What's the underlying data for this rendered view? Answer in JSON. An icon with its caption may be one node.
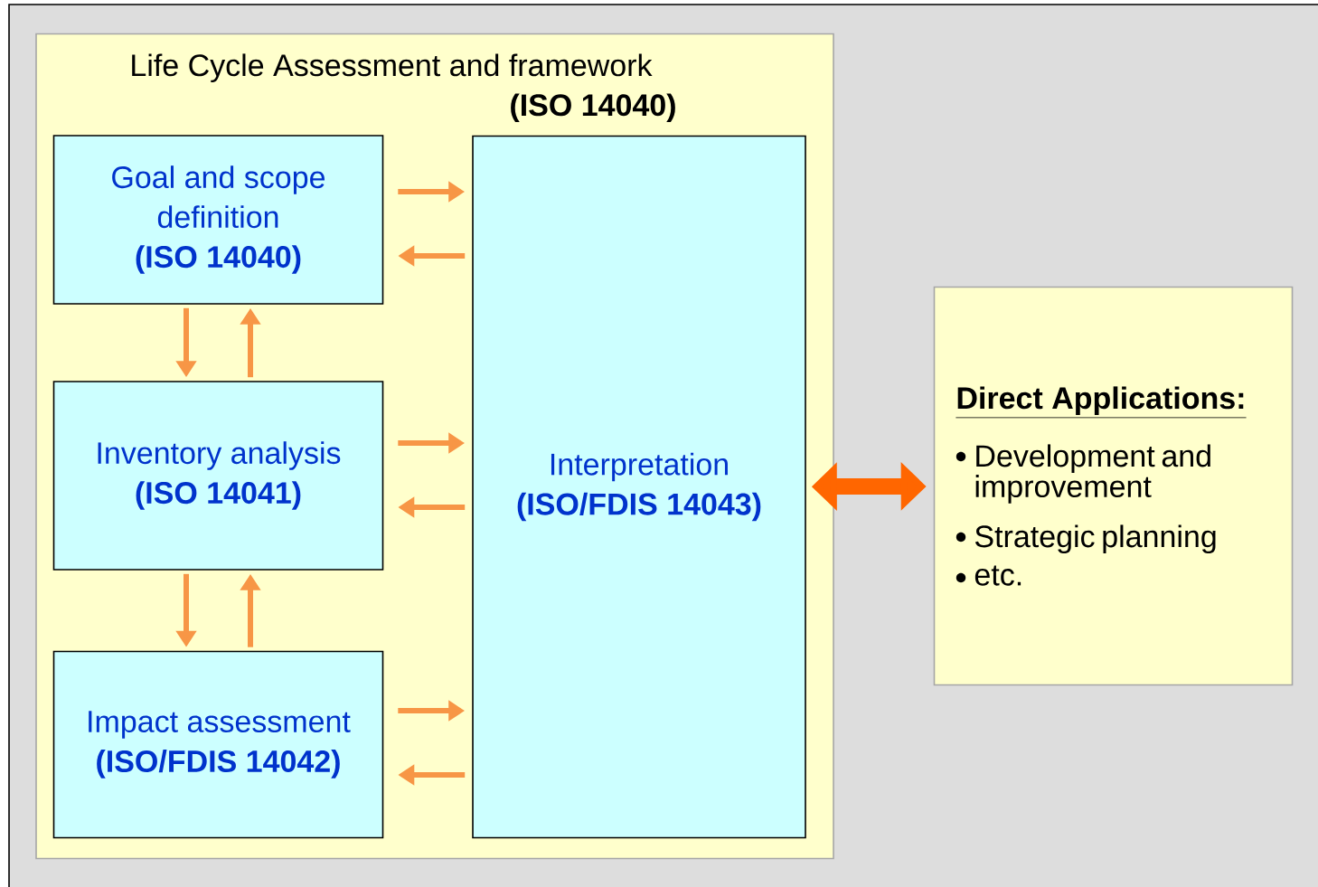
{
  "diagram": {
    "nodes": [
      {
        "text": [
          "Life Cycle Assessment and framework",
          "(ISO 14040)"
        ]
      },
      {
        "text": [
          "Goal and scope definition",
          "(ISO 14040)"
        ],
        "in": 0
      },
      {
        "text": [
          "Inventory analysis",
          "(ISO 14041)"
        ],
        "in": 0
      },
      {
        "text": [
          "Impact assessment",
          "(ISO/FDIS 14042)"
        ],
        "in": 0
      },
      {
        "text": [
          "Interpretation",
          "(ISO/FDIS 14043)"
        ],
        "in": 0
      },
      {
        "text": [
          "Direct Applications:",
          "Development and improvement",
          "Strategic planning",
          "etc."
        ]
      }
    ],
    "edges": [
      {
        "from": 1,
        "to": 4,
        "arrow": "to"
      },
      {
        "from": 4,
        "to": 1,
        "arrow": "to"
      },
      {
        "from": 1,
        "to": 2,
        "arrow": "to"
      },
      {
        "from": 2,
        "to": 1,
        "arrow": "to"
      },
      {
        "from": 2,
        "to": 4,
        "arrow": "to"
      },
      {
        "from": 4,
        "to": 2,
        "arrow": "to"
      },
      {
        "from": 2,
        "to": 3,
        "arrow": "to"
      },
      {
        "from": 3,
        "to": 2,
        "arrow": "to"
      },
      {
        "from": 3,
        "to": 4,
        "arrow": "to"
      },
      {
        "from": 4,
        "to": 3,
        "arrow": "to"
      },
      {
        "from": 4,
        "to": 5,
        "arrow": "both",
        "style": "thick",
        "color": "#ff6600"
      }
    ]
  }
}
